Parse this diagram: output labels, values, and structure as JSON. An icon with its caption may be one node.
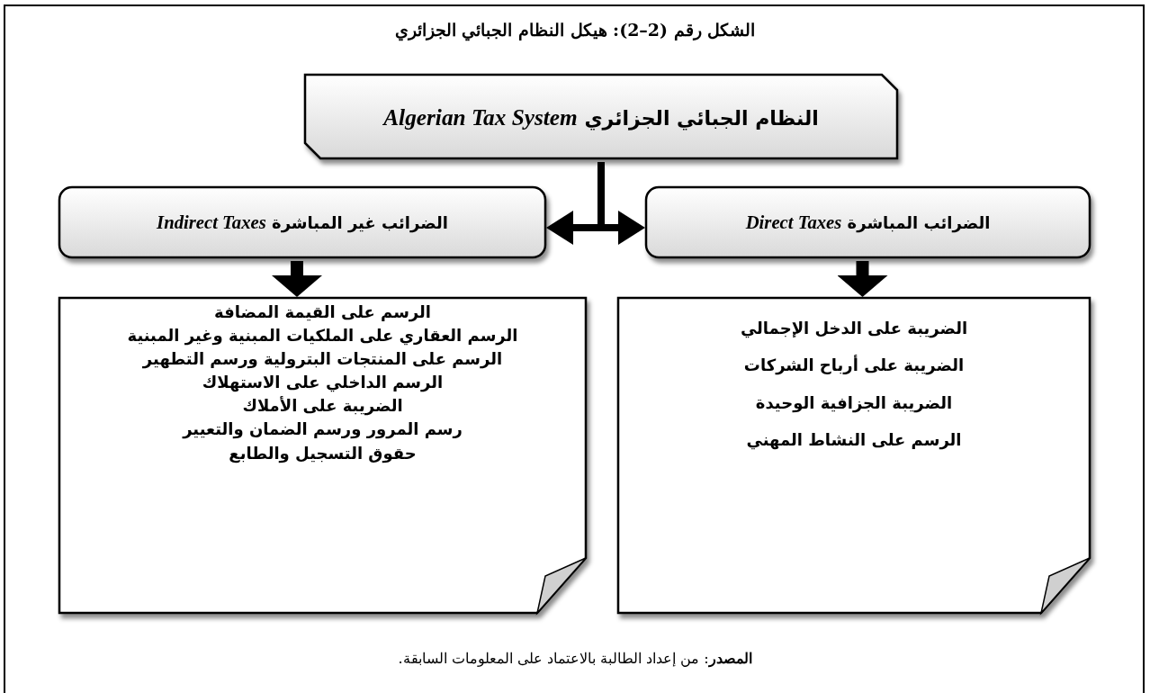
{
  "diagram": {
    "title": "الشكل رقم (2–2): هيكل النظام الجبائي الجزائري",
    "caption": "**المصدر**: من إعداد الطالبة بالاعتماد على المعلومات السابقة.",
    "nodes": [
      {
        "text": [
          "النظام الجبائي الجزائري *Algerian Tax System*"
        ]
      },
      {
        "text": [
          "الضرائب غير المباشرة  *Indirect Taxes*"
        ]
      },
      {
        "text": [
          "الضرائب المباشرة *Direct Taxes*"
        ]
      },
      {
        "text": [
          "الرسم على القيمة المضافة",
          "الرسم العقاري على الملكيات المبنية وغير المبنية",
          "الرسم على المنتجات البترولية ورسم التطهير",
          "الرسم الداخلي على الاستهلاك",
          "الضريبة على الأملاك",
          "رسم المرور ورسم الضمان والتعيير",
          "حقوق التسجيل والطابع"
        ]
      },
      {
        "text": [
          "الضريبة على الدخل الإجمالي",
          "الضريبة على أرباح الشركات",
          "الضريبة الجزافية الوحيدة",
          "الرسم على النشاط المهني"
        ]
      }
    ],
    "edges": [
      {
        "from": 0,
        "to": 1,
        "arrow": "to"
      },
      {
        "from": 0,
        "to": 2,
        "arrow": "to"
      },
      {
        "from": 1,
        "to": 3,
        "arrow": "to"
      },
      {
        "from": 2,
        "to": 4,
        "arrow": "to"
      }
    ]
  }
}
